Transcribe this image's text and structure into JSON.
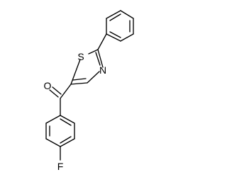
{
  "molecule": {
    "atoms": {
      "sulfur": "S",
      "nitrogen": "N",
      "oxygen": "O",
      "fluorine": "F"
    }
  }
}
